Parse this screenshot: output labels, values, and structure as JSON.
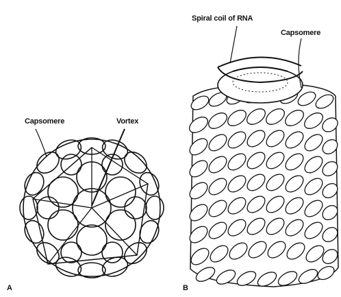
{
  "panel_a": {
    "letter": "A",
    "capsomere_label": "Capsomere",
    "vertex_label": "Vortex"
  },
  "panel_b": {
    "letter": "B",
    "rna_label": "Spiral coil of RNA",
    "capsomere_label": "Capsomere"
  },
  "colors": {
    "ink": "#111111",
    "fill": "#ffffff"
  }
}
